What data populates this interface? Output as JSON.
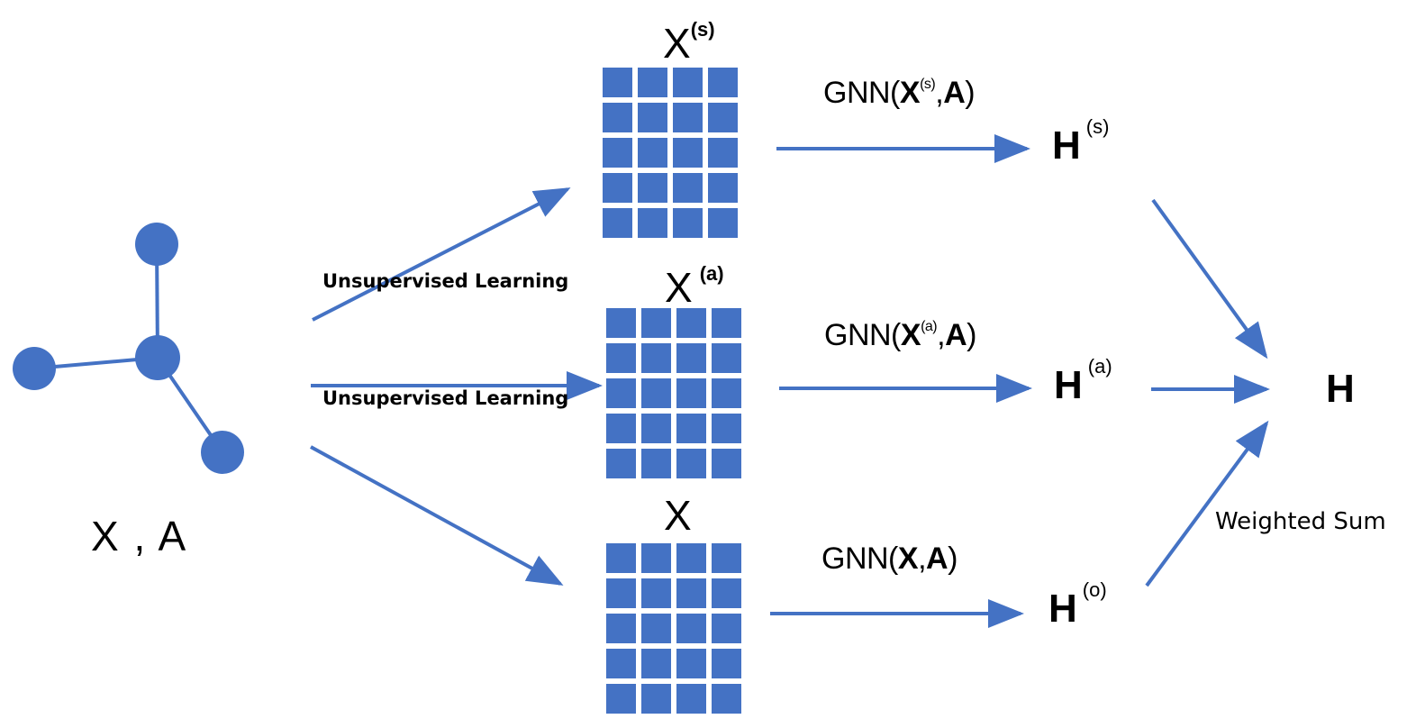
{
  "colors": {
    "accent": "#4472C4",
    "text": "#000000",
    "background": "#ffffff"
  },
  "input": {
    "label": "X , A"
  },
  "matrices": [
    {
      "id": "structural",
      "base": "X",
      "superscript": "(s)"
    },
    {
      "id": "attribute",
      "base": "X",
      "superscript": "(a)"
    },
    {
      "id": "original",
      "base": "X",
      "superscript": ""
    }
  ],
  "edges": {
    "upper_label": "Unsupervised Learning",
    "middle_label": "Unsupervised Learning"
  },
  "gnn": [
    {
      "prefix": "GNN(",
      "x": "X",
      "sup": "(s)",
      "comma": ",",
      "a": "A",
      "suffix": ")"
    },
    {
      "prefix": "GNN(",
      "x": "X",
      "sup": "(a)",
      "comma": ",",
      "a": "A",
      "suffix": ")"
    },
    {
      "prefix": "GNN(",
      "x": "X",
      "sup": "",
      "comma": ",",
      "a": "A",
      "suffix": ")"
    }
  ],
  "outputs": [
    {
      "base": "H",
      "superscript": "(s)"
    },
    {
      "base": "H",
      "superscript": "(a)"
    },
    {
      "base": "H",
      "superscript": "(o)"
    }
  ],
  "fusion": {
    "label": "Weighted Sum",
    "result": "H"
  }
}
